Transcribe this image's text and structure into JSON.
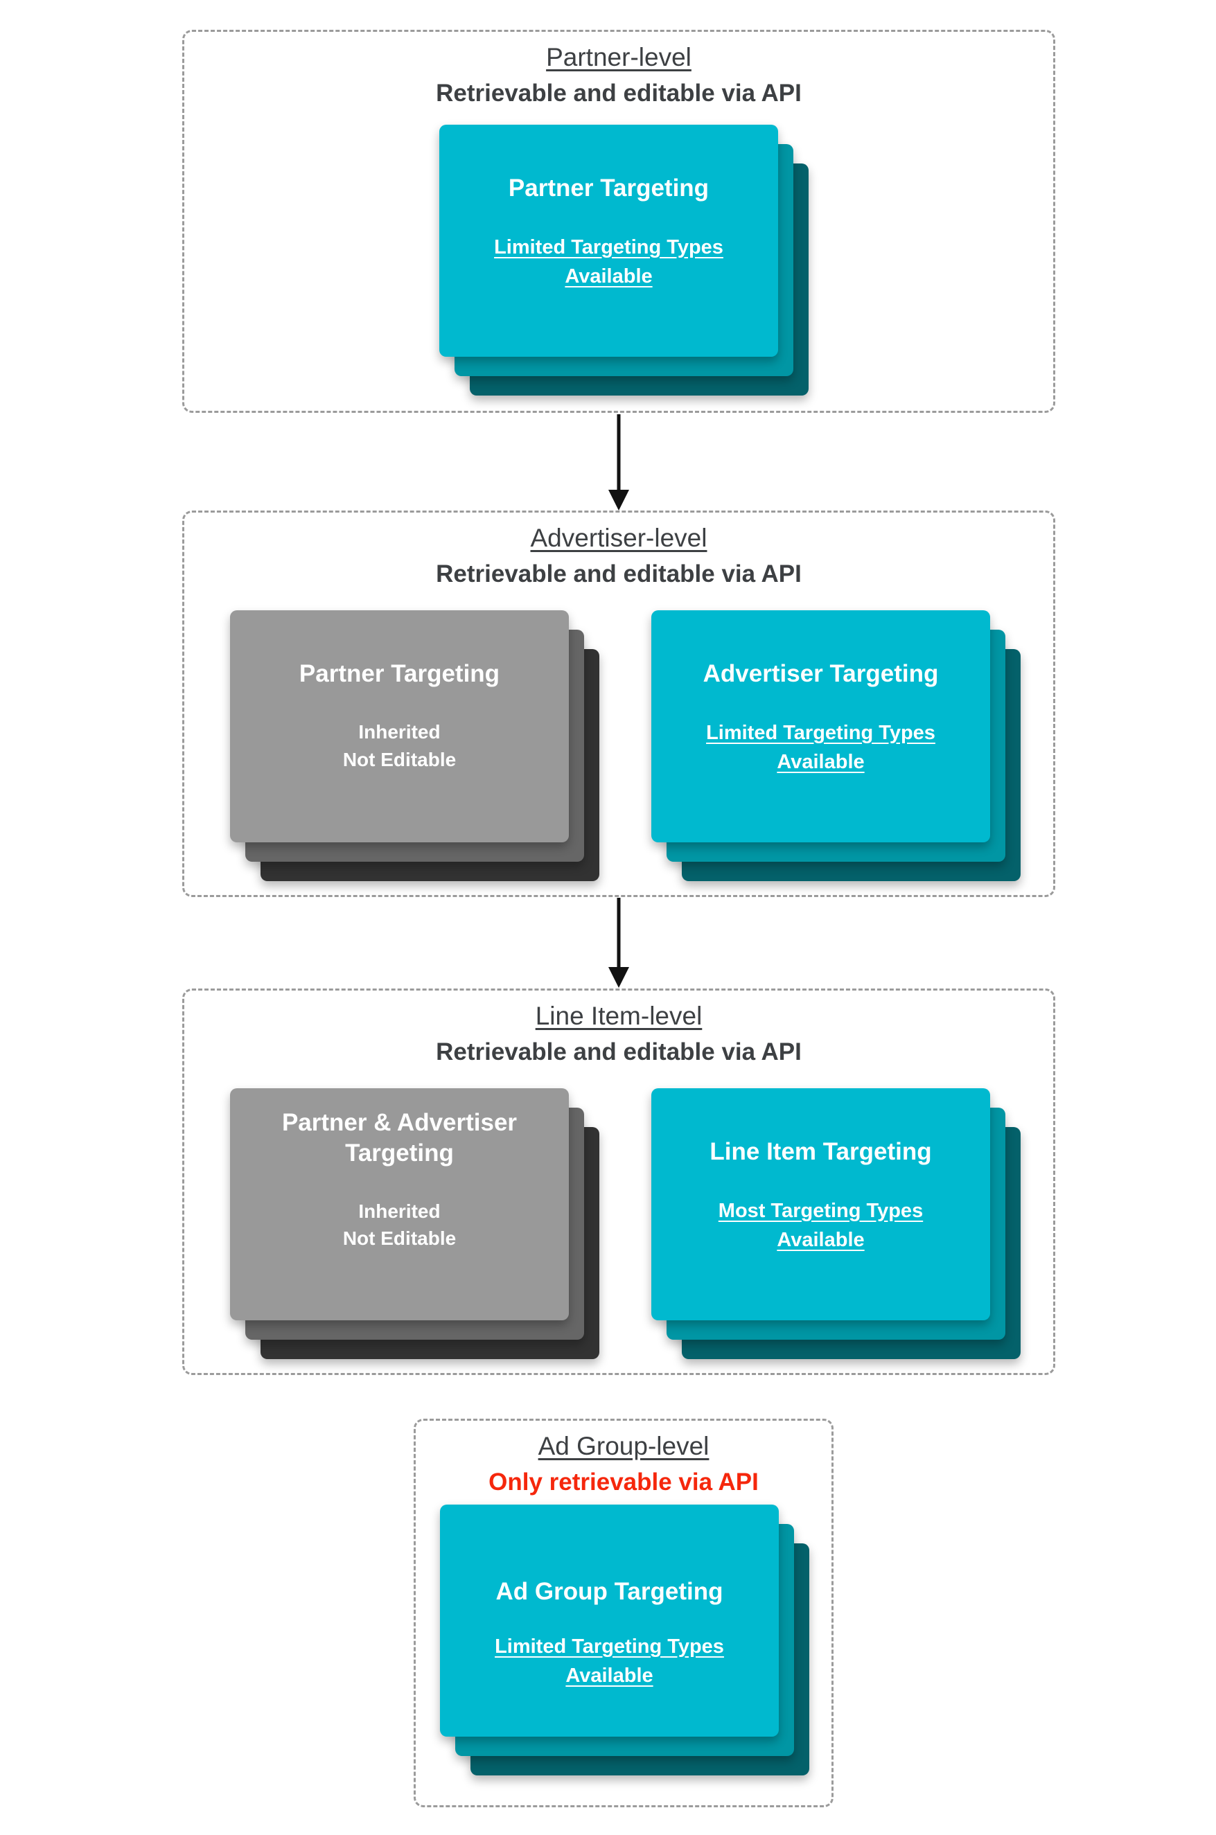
{
  "palette": {
    "cyan_card_front": "#00b9cf",
    "cyan_card_middle": "#0196a4",
    "cyan_card_back": "#04616a",
    "gray_card_front": "#999999",
    "gray_card_middle": "#666666",
    "gray_card_back": "#323232",
    "heading_text": "#3d4043",
    "alert_red": "#f5270c",
    "card_text": "#ffffff",
    "dashed_border": "#9b9b9b",
    "arrow": "#121212"
  },
  "sections": [
    {
      "title": "Partner-level",
      "subtitle": "Retrievable and editable via API",
      "cards": [
        {
          "title": "Partner Targeting",
          "subtitle": "Limited Targeting Types Available"
        }
      ]
    },
    {
      "title": "Advertiser-level",
      "subtitle": "Retrievable and editable via API",
      "cards": [
        {
          "title": "Partner Targeting",
          "lines": [
            "Inherited",
            "Not Editable"
          ]
        },
        {
          "title": "Advertiser Targeting",
          "subtitle": "Limited Targeting Types Available"
        }
      ]
    },
    {
      "title": "Line Item-level",
      "subtitle": "Retrievable and editable via API",
      "cards": [
        {
          "title": "Partner & Advertiser Targeting",
          "lines": [
            "Inherited",
            "Not Editable"
          ]
        },
        {
          "title": "Line Item Targeting",
          "subtitle": "Most Targeting Types Available"
        }
      ]
    },
    {
      "title": "Ad Group-level",
      "subtitle": "Only retrievable via API",
      "cards": [
        {
          "title": "Ad Group Targeting",
          "subtitle": "Limited Targeting Types Available"
        }
      ]
    }
  ],
  "arrows": [
    {
      "icon": "down-arrow"
    },
    {
      "icon": "down-arrow"
    }
  ]
}
